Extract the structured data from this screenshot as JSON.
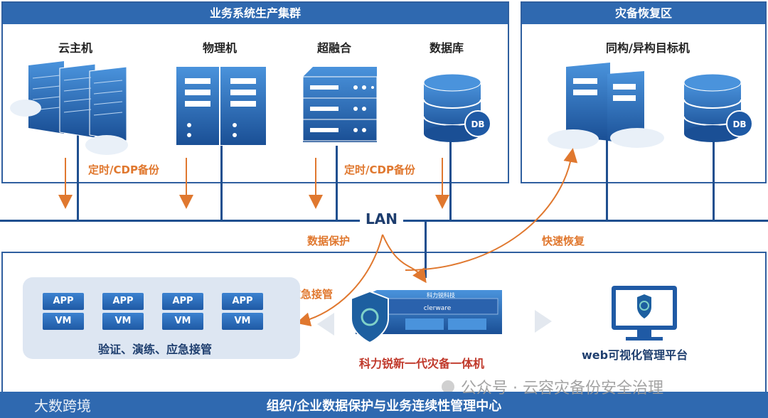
{
  "production": {
    "title": "业务系统生产集群",
    "nodes": [
      {
        "label": "云主机",
        "icon": "cloud-server-rack-icon"
      },
      {
        "label": "物理机",
        "icon": "physical-server-icon"
      },
      {
        "label": "超融合",
        "icon": "hyperconverged-server-icon"
      },
      {
        "label": "数据库",
        "icon": "database-icon"
      }
    ],
    "backup_label": "定时/CDP备份"
  },
  "dr_zone": {
    "title": "灾备恢复区",
    "target_label": "同构/异构目标机",
    "db_badge": "DB"
  },
  "lan_label": "LAN",
  "flows": {
    "data_protection": "数据保护",
    "fast_recovery": "快速恢复",
    "emergency_takeover": "应急接管"
  },
  "verification": {
    "app_label": "APP",
    "vm_label": "VM",
    "caption": "验证、演练、应急接管"
  },
  "appliance": {
    "name": "科力锐新一代灾备一体机",
    "brand_cn": "科力锐科技",
    "brand_en": "clerware"
  },
  "web_platform": {
    "label": "web可视化管理平台"
  },
  "bottom_center": {
    "title": "组织/企业数据保护与业务连续性管理中心"
  },
  "watermarks": {
    "left": "大数跨境",
    "right": "公众号 · 云容灾备份安全治理"
  },
  "colors": {
    "primary": "#2f69b0",
    "accent": "#e0782f",
    "line": "#1f4f8f"
  }
}
